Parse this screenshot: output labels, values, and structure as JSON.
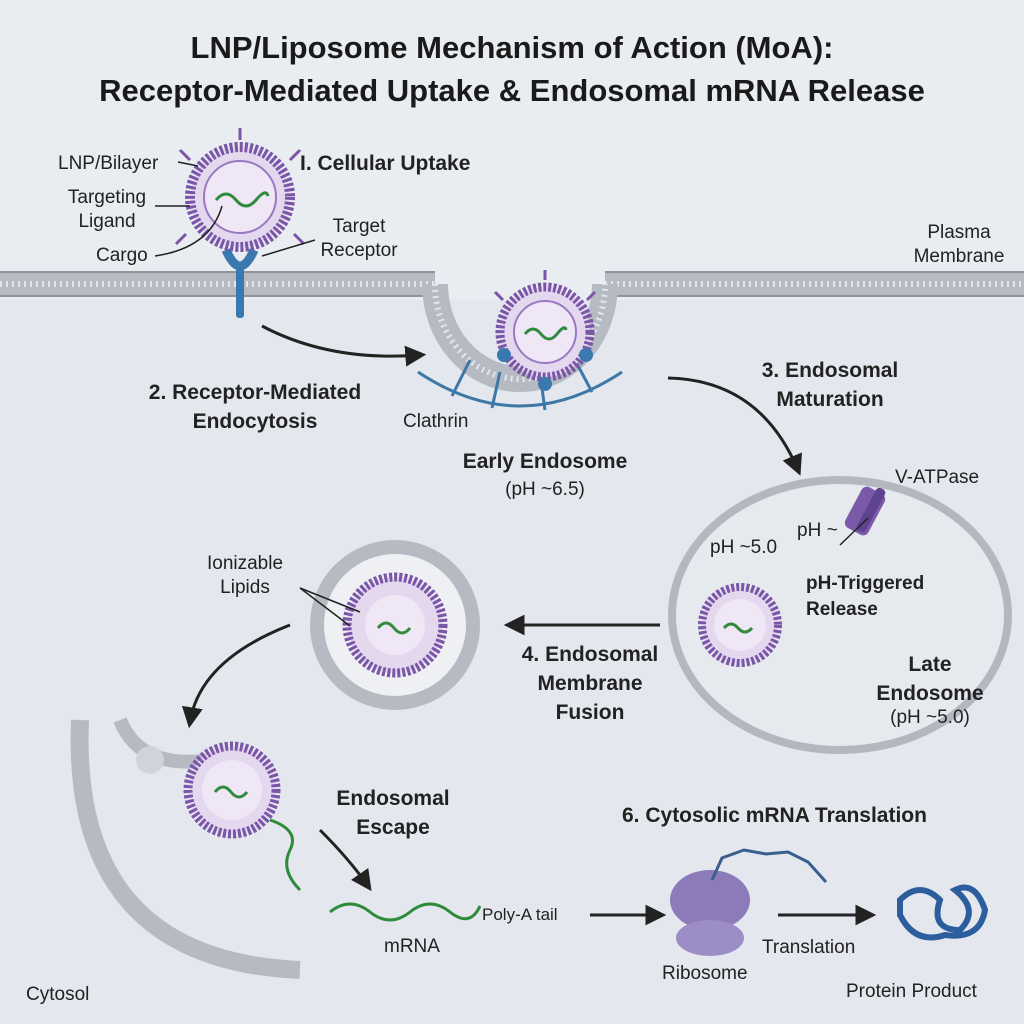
{
  "title": {
    "line1": "LNP/Liposome Mechanism of Action (MoA):",
    "line2": "Receptor-Mediated Uptake & Endosomal mRNA Release"
  },
  "labels": {
    "lnp_bilayer": "LNP/Bilayer",
    "targeting_ligand_1": "Targeting",
    "targeting_ligand_2": "Ligand",
    "cargo": "Cargo",
    "target_receptor_1": "Target",
    "target_receptor_2": "Receptor",
    "plasma_membrane_1": "Plasma",
    "plasma_membrane_2": "Membrane",
    "clathrin": "Clathrin",
    "early_endosome": "Early Endosome",
    "early_ph": "(pH ~6.5)",
    "v_atpase": "V-ATPase",
    "ph_50": "pH ~5.0",
    "ph_tilde": "pH ~",
    "ph_release_1": "pH-Triggered",
    "ph_release_2": "Release",
    "late_endosome_1": "Late",
    "late_endosome_2": "Endosome",
    "late_ph": "(pH ~5.0)",
    "ionizable_1": "Ionizable",
    "ionizable_2": "Lipids",
    "escape_1": "Endosomal",
    "escape_2": "Escape",
    "mrna": "mRNA",
    "polya": "Poly-A tail",
    "ribosome": "Ribosome",
    "translation": "Translation",
    "protein_product": "Protein Product",
    "cytosol": "Cytosol"
  },
  "steps": {
    "s1": "I. Cellular Uptake",
    "s2_1": "2. Receptor-Mediated",
    "s2_2": "Endocytosis",
    "s3_1": "3. Endosomal",
    "s3_2": "Maturation",
    "s4_1": "4. Endosomal",
    "s4_2": "Membrane",
    "s4_3": "Fusion",
    "s6": "6. Cytosolic mRNA Translation"
  },
  "colors": {
    "background": "#e9edf2",
    "membrane": "#b9bec6",
    "lnp": "#7a55a8",
    "lnp_fill": "#e4d8ef",
    "receptor": "#3a78b0",
    "mrna": "#2e8b3a",
    "ribosome": "#8c7bb8",
    "protein": "#2c5d9c"
  }
}
